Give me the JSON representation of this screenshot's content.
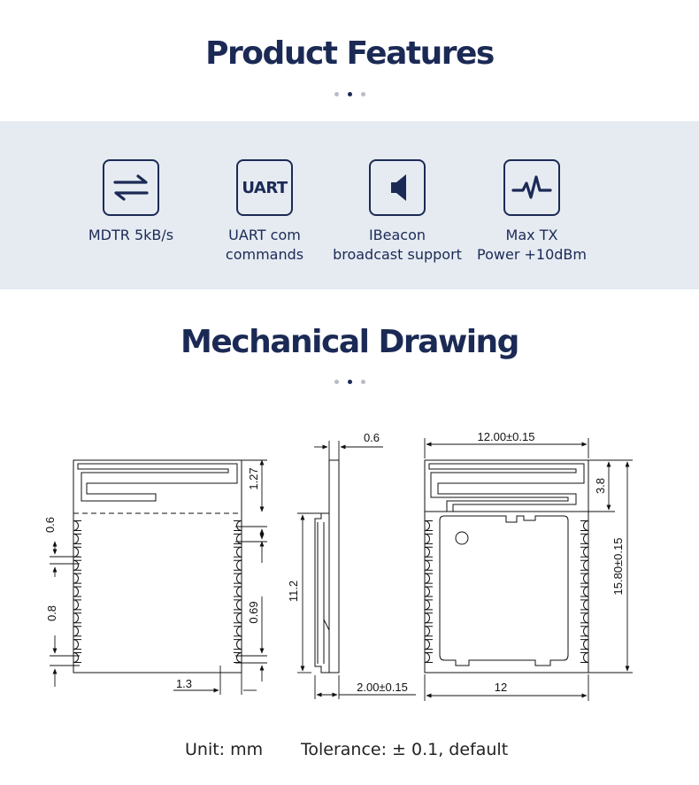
{
  "product_features": {
    "title": "Product Features",
    "items": [
      {
        "icon": "arrows-exchange-icon",
        "label_line1": "MDTR 5kB/s",
        "label_line2": ""
      },
      {
        "icon": "uart-icon",
        "icon_text": "UART",
        "label_line1": "UART com",
        "label_line2": "commands"
      },
      {
        "icon": "speaker-icon",
        "label_line1": "IBeacon",
        "label_line2": "broadcast support"
      },
      {
        "icon": "waveform-icon",
        "label_line1": "Max TX",
        "label_line2": "Power +10dBm"
      }
    ]
  },
  "mechanical_drawing": {
    "title": "Mechanical Drawing",
    "dimensions": {
      "pin_gap": "0.6",
      "pin_pitch": "0.8",
      "antenna_height_left": "1.27",
      "pin_width": "0.69",
      "edge_offset": "1.3",
      "pcb_thickness": "0.6",
      "shield_height": "11.2",
      "total_thickness": "2.00±0.15",
      "width_top": "12.00±0.15",
      "antenna_height_right": "3.8",
      "length": "15.80±0.15",
      "width_bottom": "12"
    }
  },
  "footer": {
    "unit": "Unit: mm",
    "tolerance": "Tolerance: ± 0.1, default"
  },
  "colors": {
    "navy": "#1b2a55",
    "band": "#e6ebf2",
    "dot": "#b8bcc6"
  }
}
